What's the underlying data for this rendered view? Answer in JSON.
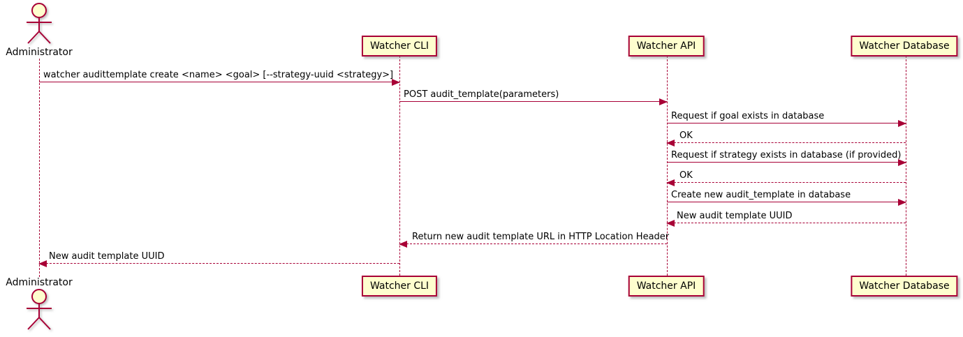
{
  "diagram": {
    "type": "uml-sequence-diagram",
    "accent_color": "#A80036",
    "participant_fill": "#FEFECE",
    "background_color": "#FFFFFF"
  },
  "participants": [
    {
      "name": "Administrator",
      "kind": "actor"
    },
    {
      "name": "Watcher CLI",
      "kind": "participant"
    },
    {
      "name": "Watcher API",
      "kind": "participant"
    },
    {
      "name": "Watcher Database",
      "kind": "participant"
    }
  ],
  "messages": [
    {
      "from": "Administrator",
      "to": "Watcher CLI",
      "style": "solid",
      "text": "watcher audittemplate create <name> <goal> [--strategy-uuid <strategy>]"
    },
    {
      "from": "Watcher CLI",
      "to": "Watcher API",
      "style": "solid",
      "text": "POST audit_template(parameters)"
    },
    {
      "from": "Watcher API",
      "to": "Watcher Database",
      "style": "solid",
      "text": "Request if goal exists in database"
    },
    {
      "from": "Watcher Database",
      "to": "Watcher API",
      "style": "dashed",
      "text": "OK"
    },
    {
      "from": "Watcher API",
      "to": "Watcher Database",
      "style": "solid",
      "text": "Request if strategy exists in database (if provided)"
    },
    {
      "from": "Watcher Database",
      "to": "Watcher API",
      "style": "dashed",
      "text": "OK"
    },
    {
      "from": "Watcher API",
      "to": "Watcher Database",
      "style": "solid",
      "text": "Create new audit_template in database"
    },
    {
      "from": "Watcher Database",
      "to": "Watcher API",
      "style": "dashed",
      "text": "New audit template UUID"
    },
    {
      "from": "Watcher API",
      "to": "Watcher CLI",
      "style": "dashed",
      "text": "Return new audit template URL in HTTP Location Header"
    },
    {
      "from": "Watcher CLI",
      "to": "Administrator",
      "style": "dashed",
      "text": "New audit template UUID"
    }
  ]
}
